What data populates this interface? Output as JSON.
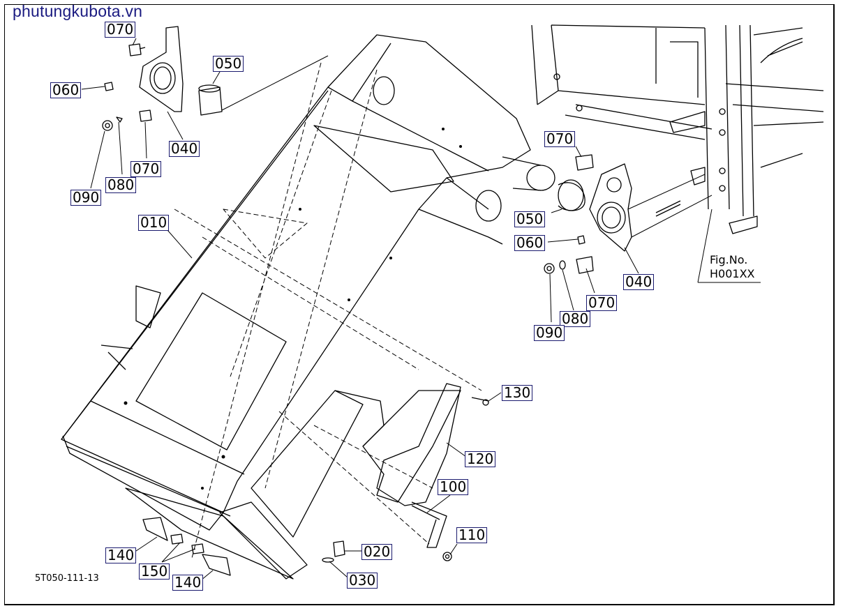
{
  "watermark": "phutungkubota.vn",
  "drawing_code": "5T050-111-13",
  "figure_reference": {
    "line1": "Fig.No.",
    "line2": "H001XX"
  },
  "callouts": [
    {
      "label": "070"
    },
    {
      "label": "060"
    },
    {
      "label": "050"
    },
    {
      "label": "040"
    },
    {
      "label": "070"
    },
    {
      "label": "080"
    },
    {
      "label": "090"
    },
    {
      "label": "010"
    },
    {
      "label": "070"
    },
    {
      "label": "050"
    },
    {
      "label": "060"
    },
    {
      "label": "040"
    },
    {
      "label": "070"
    },
    {
      "label": "080"
    },
    {
      "label": "090"
    },
    {
      "label": "130"
    },
    {
      "label": "120"
    },
    {
      "label": "100"
    },
    {
      "label": "110"
    },
    {
      "label": "020"
    },
    {
      "label": "030"
    },
    {
      "label": "140"
    },
    {
      "label": "150"
    },
    {
      "label": "140"
    }
  ]
}
